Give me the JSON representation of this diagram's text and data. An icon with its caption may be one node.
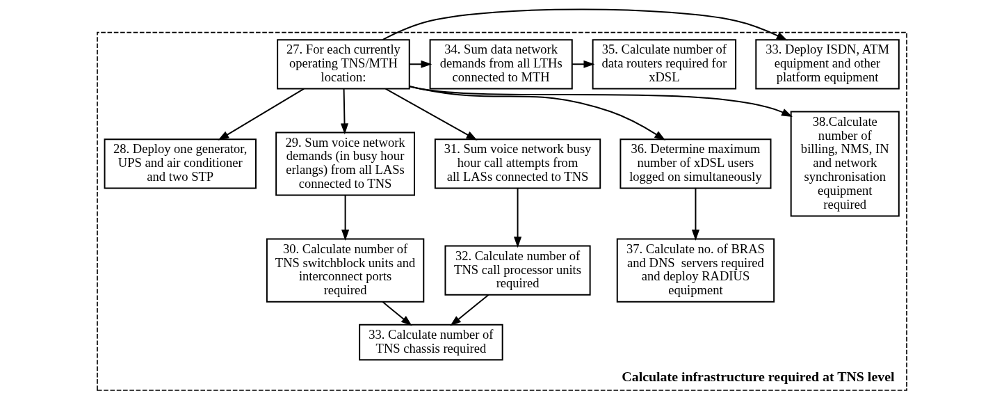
{
  "diagram": {
    "nodes": [
      {
        "text": [
          "Calculate infrastructure required at TNS level"
        ]
      },
      {
        "text": [
          "33. Deploy ISDN, ATM equipment and other platform equipment"
        ],
        "in": 0
      },
      {
        "text": [
          "27. For each currently operating TNS/MTH location:"
        ],
        "in": 0
      },
      {
        "text": [
          "34. Sum data network demands from all LTHs connected to MTH"
        ],
        "in": 0
      },
      {
        "text": [
          "35. Calculate number of data routers required for xDSL"
        ],
        "in": 0
      },
      {
        "text": [
          "28. Deploy one generator, UPS and air conditioner and two STP"
        ],
        "in": 0
      },
      {
        "text": [
          "29. Sum voice network demands (in busy hour erlangs) from all LASs connected to TNS"
        ],
        "in": 0
      },
      {
        "text": [
          "31. Sum voice network busy hour call attempts from all LASs connected to TNS"
        ],
        "in": 0
      },
      {
        "text": [
          "36. Determine maximum number of xDSL users logged on simultaneously"
        ],
        "in": 0
      },
      {
        "text": [
          "30. Calculate number of TNS switchblock units and interconnect ports required"
        ],
        "in": 0
      },
      {
        "text": [
          "32. Calculate number of TNS call processor units required"
        ],
        "in": 0
      },
      {
        "text": [
          "37. Calculate no. of BRAS and DNS  servers required and deploy RADIUS equipment"
        ],
        "in": 0
      },
      {
        "text": [
          "38.Calculate number of billing, NMS, IN and network synchronisation equipment required"
        ],
        "in": 0
      },
      {
        "text": [
          "33. Calculate number of TNS chassis required"
        ],
        "in": 0
      }
    ],
    "edges": [
      {
        "from": 2,
        "to": 1,
        "arrow": "to"
      },
      {
        "from": 2,
        "to": 3,
        "arrow": "to"
      },
      {
        "from": 3,
        "to": 4,
        "arrow": "to"
      },
      {
        "from": 2,
        "to": 5,
        "arrow": "to"
      },
      {
        "from": 2,
        "to": 6,
        "arrow": "to"
      },
      {
        "from": 2,
        "to": 7,
        "arrow": "to"
      },
      {
        "from": 2,
        "to": 8,
        "arrow": "to"
      },
      {
        "from": 2,
        "to": 12,
        "arrow": "to"
      },
      {
        "from": 6,
        "to": 9,
        "arrow": "to"
      },
      {
        "from": 7,
        "to": 10,
        "arrow": "to"
      },
      {
        "from": 8,
        "to": 11,
        "arrow": "to"
      },
      {
        "from": 9,
        "to": 13,
        "arrow": "to"
      },
      {
        "from": 10,
        "to": 13,
        "arrow": "to"
      }
    ]
  }
}
